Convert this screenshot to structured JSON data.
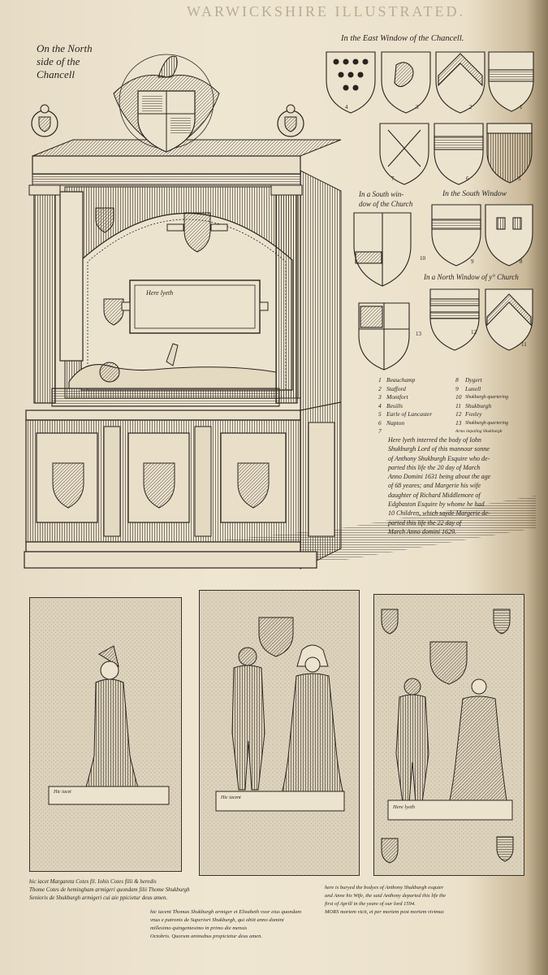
{
  "header": {
    "running_head": "WARWICKSHIRE ILLUSTRATED."
  },
  "monument": {
    "caption": [
      "On the North",
      "side of the",
      "Chancell"
    ],
    "tablet_text": "Here lyeth"
  },
  "windows": {
    "east": "In the East Window of the Chancell.",
    "south_church": [
      "In a South win-",
      "dow of the Church"
    ],
    "south": "In the South Window",
    "north": "In a North Window of y° Church"
  },
  "shield_numbers": [
    "4",
    "3",
    "2",
    "1",
    "7",
    "6",
    "5",
    "10",
    "9",
    "8",
    "13",
    "12",
    "11"
  ],
  "key": [
    [
      "1",
      "Beauchamp",
      "8",
      "Dygert"
    ],
    [
      "2",
      "Stafford",
      "9",
      "Lunell"
    ],
    [
      "3",
      "Montfort",
      "10",
      "Shukburgh quartering"
    ],
    [
      "4",
      "Besills",
      "11",
      "Shukburgh"
    ],
    [
      "5",
      "Earle of Lancaster",
      "12",
      "Foxley"
    ],
    [
      "6",
      "Napton",
      "13",
      "Shukburgh quartering"
    ]
  ],
  "key_last": [
    "7",
    "Arms impaling Shukburgh"
  ],
  "inscription": [
    "Here lyeth interred the body of Iohn",
    "Shukburgh Lord of this mannour sonne",
    "of Anthony Shukburgh Esquire who de-",
    "parted this life the 20 day of March",
    "Anno Domini 1631 being about the age",
    "of 68 yeares; and Margerie his wife",
    "daughter of Richard Middlemore of",
    "Edgbaston Esquire by whome he had",
    "10 Children, which sayde Margerie de-",
    "parted this life the 22 day of",
    "March Anno domini 1629."
  ],
  "brasses": [
    {
      "label": "Hic iacet"
    },
    {
      "label": "Hic iacent"
    },
    {
      "label": "Here lyeth"
    }
  ],
  "captions": {
    "left": [
      "hic iacet Margareta Cotes fil. Iohis Cotes filii & heredis",
      "Thome Cotes de hemingham armigeri quondam filii Thome Shukburgh",
      "Senioris de Shukburgh armigeri cui aie ppicietur deus amen."
    ],
    "center": [
      "hic iacent Thomas Shukburgh armiger et Elizabeth vxor eius quondam",
      "vnus e patronis de Superiori Shukburgh, qui obiit anno domini",
      "millesimo quingentesimo in primo die mensis",
      "Octobris. Quorum animabus propicietur deus amen."
    ],
    "right": [
      "here is buryed the bodyes of Anthony Shukburgh esquier",
      "and Anne his Wife, the said Anthony departed this life the",
      "first of Aprill in the yeare of our lord 1594.",
      "MORS mortem vicit, et per mortem post mortem vivimus"
    ]
  },
  "colors": {
    "paper": "#ece3ce",
    "ink": "#2a2420",
    "stipple": "#d8cdb4"
  }
}
